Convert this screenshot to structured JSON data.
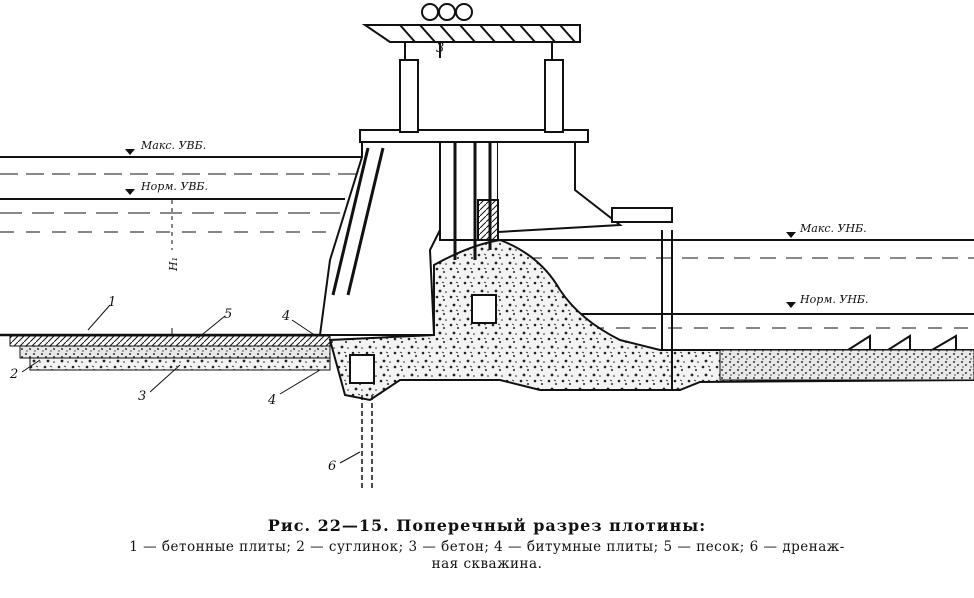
{
  "labels": {
    "max_upstream": "Макс. УВБ.",
    "norm_upstream": "Норм. УВБ.",
    "max_downstream": "Макс. УНБ.",
    "norm_downstream": "Норм. УНБ.",
    "head": "Н₁"
  },
  "callouts": [
    "1",
    "2",
    "3",
    "4",
    "5",
    "6",
    "4",
    "3"
  ],
  "caption": {
    "title": "Рис. 22—15. Поперечный разрез плотины:",
    "legend_line1": "1 — бетонные плиты;  2 — суглинок;  3 — бетон;  4 — битумные плиты;  5 — песок;  6 — дренаж-",
    "legend_line2": "ная скважина."
  }
}
